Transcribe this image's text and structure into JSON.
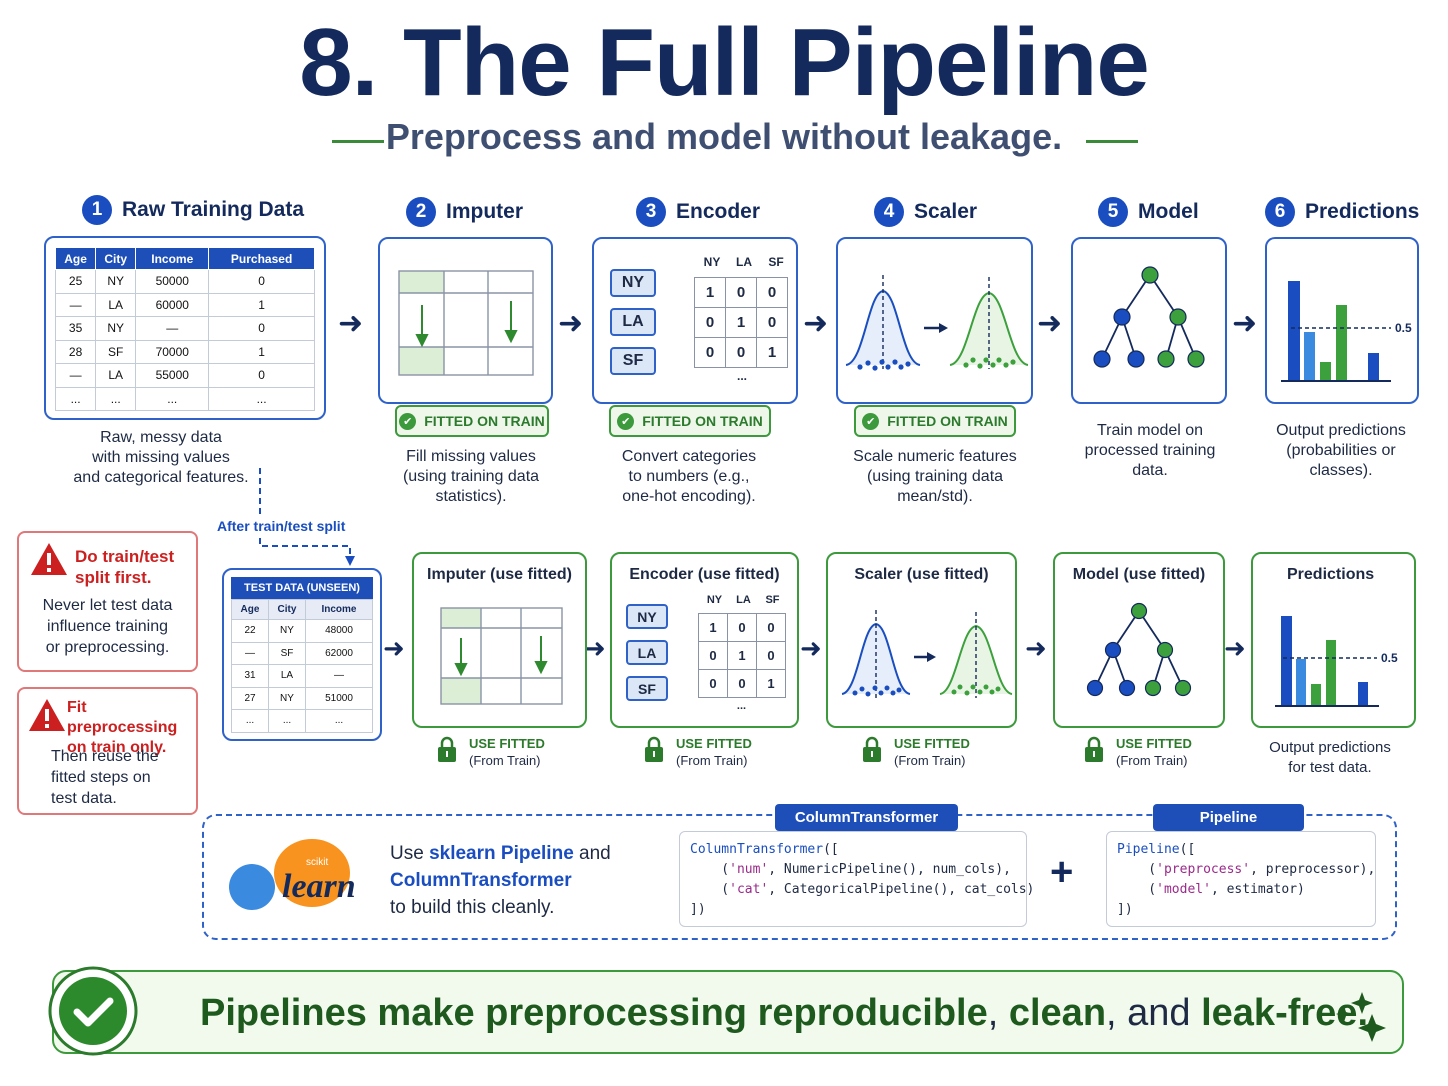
{
  "title": "8. The Full Pipeline",
  "subtitle": "Preprocess and model without leakage.",
  "colors": {
    "navy": "#142a5c",
    "blue": "#1a4ec0",
    "green": "#3ca03c",
    "red": "#cc2020"
  },
  "steps": [
    {
      "num": "1",
      "label": "Raw Training Data"
    },
    {
      "num": "2",
      "label": "Imputer"
    },
    {
      "num": "3",
      "label": "Encoder"
    },
    {
      "num": "4",
      "label": "Scaler"
    },
    {
      "num": "5",
      "label": "Model"
    },
    {
      "num": "6",
      "label": "Predictions"
    }
  ],
  "train_table": {
    "headers": [
      "Age",
      "City",
      "Income",
      "Purchased"
    ],
    "rows": [
      [
        "25",
        "NY",
        "50000",
        "0"
      ],
      [
        "—",
        "LA",
        "60000",
        "1"
      ],
      [
        "35",
        "NY",
        "—",
        "0"
      ],
      [
        "28",
        "SF",
        "70000",
        "1"
      ],
      [
        "—",
        "LA",
        "55000",
        "0"
      ],
      [
        "...",
        "...",
        "...",
        "..."
      ]
    ]
  },
  "fitted_badge": "FITTED ON TRAIN",
  "top_desc": {
    "raw": [
      "Raw, messy data",
      "with missing values",
      "and categorical features."
    ],
    "imputer": [
      "Fill missing values",
      "(using training data",
      "statistics)."
    ],
    "encoder": [
      "Convert categories",
      "to numbers (e.g.,",
      "one-hot encoding)."
    ],
    "scaler": [
      "Scale numeric features",
      "(using training data",
      "mean/std)."
    ],
    "model": [
      "Train model on",
      "processed training",
      "data."
    ],
    "predictions": [
      "Output predictions",
      "(probabilities or",
      "classes)."
    ]
  },
  "encoder_matrix": {
    "categories": [
      "NY",
      "LA",
      "SF"
    ],
    "rows": [
      [
        "1",
        "0",
        "0"
      ],
      [
        "0",
        "1",
        "0"
      ],
      [
        "0",
        "0",
        "1"
      ]
    ],
    "ellipsis": "..."
  },
  "threshold_label": "0.5",
  "split_label": "After train/test split",
  "warnings": [
    {
      "title": [
        "Do train/test",
        "split first."
      ],
      "body": [
        "Never let test data",
        "influence training",
        "or preprocessing."
      ]
    },
    {
      "title": [
        "Fit preprocessing",
        "on train only."
      ],
      "body": [
        "Then reuse the",
        "fitted steps on",
        "test data."
      ]
    }
  ],
  "test_table": {
    "title": "TEST DATA (UNSEEN)",
    "headers": [
      "Age",
      "City",
      "Income"
    ],
    "rows": [
      [
        "22",
        "NY",
        "48000"
      ],
      [
        "—",
        "SF",
        "62000"
      ],
      [
        "31",
        "LA",
        "—"
      ],
      [
        "27",
        "NY",
        "51000"
      ],
      [
        "...",
        "...",
        "..."
      ]
    ]
  },
  "bottom_steps": {
    "imputer": "Imputer (use fitted)",
    "encoder": "Encoder (use fitted)",
    "scaler": "Scaler (use fitted)",
    "model": "Model (use fitted)",
    "predictions": "Predictions"
  },
  "use_fitted": {
    "line1": "USE FITTED",
    "line2": "(From Train)"
  },
  "bottom_pred_desc": [
    "Output predictions",
    "for test data."
  ],
  "sklearn": {
    "logo_small": "scikit",
    "logo_big": "learn",
    "text_pre": "Use ",
    "text_pipeline": "sklearn Pipeline",
    "text_and": " and",
    "text_ct": "ColumnTransformer",
    "text_post": "to build this cleanly."
  },
  "column_transformer": {
    "tag": "ColumnTransformer",
    "l1a": "ColumnTransformer",
    "l1b": "([",
    "l2s": "'num'",
    "l2r": ", NumericPipeline(), num_cols),",
    "l3s": "'cat'",
    "l3r": ", CategoricalPipeline(), cat_cols)",
    "l4": "])"
  },
  "pipeline_code": {
    "tag": "Pipeline",
    "l1a": "Pipeline",
    "l1b": "([",
    "l2s": "'preprocess'",
    "l2r": ", preprocessor),",
    "l3s": "'model'",
    "l3r": ", estimator)",
    "l4": "])"
  },
  "plus": "+",
  "footer": {
    "p1": "Pipelines make preprocessing ",
    "p2": "reproducible",
    "p3": ", ",
    "p4": "clean",
    "p5": ", and ",
    "p6": "leak-free",
    "p7": "."
  }
}
